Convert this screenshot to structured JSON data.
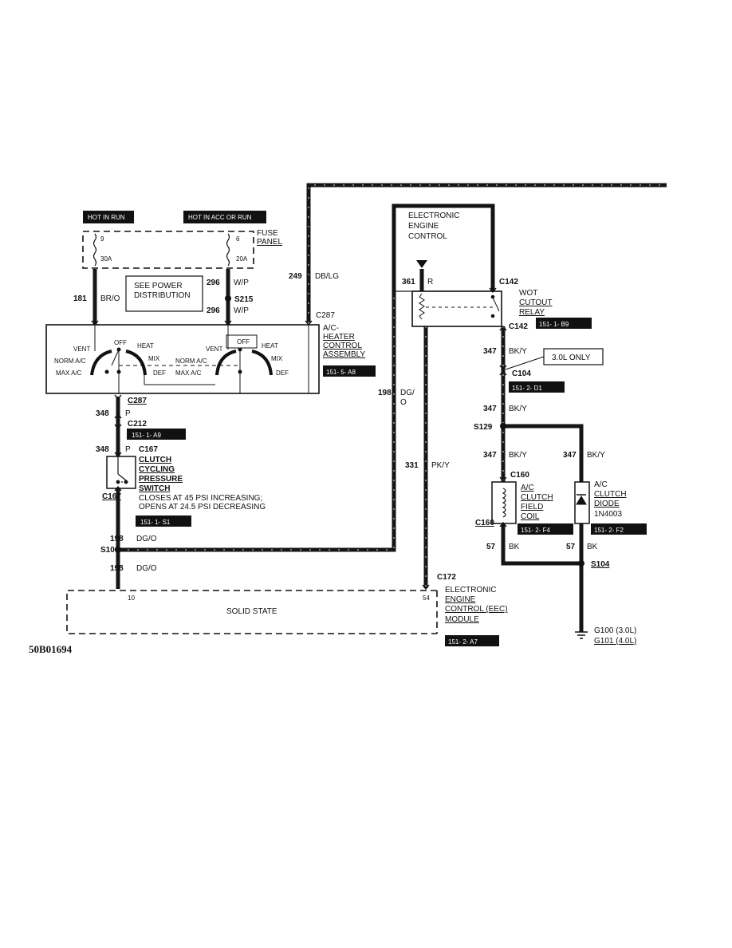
{
  "top_labels": {
    "hot_in_run": "HOT IN RUN",
    "hot_in_acc_or_run": "HOT IN ACC OR RUN"
  },
  "fuse_panel": {
    "title_1": "FUSE",
    "title_2": "PANEL",
    "fuse_a_num": "9",
    "fuse_a_amp": "30A",
    "fuse_b_num": "6",
    "fuse_b_amp": "20A"
  },
  "see_power": {
    "line1": "SEE POWER",
    "line2": "DISTRIBUTION"
  },
  "wires": {
    "w181": "181",
    "w181_color": "BR/O",
    "w296a": "296",
    "w296a_color": "W/P",
    "w296b": "296",
    "w296b_color": "W/P",
    "w249": "249",
    "w249_color": "DB/LG",
    "w348a": "348",
    "w348a_color": "P",
    "w348b": "348",
    "w348b_color": "P",
    "w198a": "198",
    "w198a_color": "DG/O",
    "w198b": "198",
    "w198b_color": "DG/O",
    "w198c": "198",
    "w198c_color_1": "DG/",
    "w198c_color_2": "O",
    "w331": "331",
    "w331_color": "PK/Y",
    "w361": "361",
    "w361_color": "R",
    "w347a": "347",
    "w347a_color": "BK/Y",
    "w347b": "347",
    "w347b_color": "BK/Y",
    "w347c": "347",
    "w347c_color": "BK/Y",
    "w347d": "347",
    "w347d_color": "BK/Y",
    "w57a": "57",
    "w57a_color": "BK",
    "w57b": "57",
    "w57b_color": "BK"
  },
  "connectors": {
    "s215": "S215",
    "c287a": "C287",
    "c287b": "C287",
    "c212": "C212",
    "c167a": "C167",
    "c167b": "C167",
    "s106": "S106",
    "c172": "C172",
    "c142a": "C142",
    "c142b": "C142",
    "c104": "C104",
    "s129": "S129",
    "c160a": "C160",
    "c160b": "C160",
    "s104": "S104"
  },
  "ac_heater": {
    "line1": "A/C-",
    "line2": "HEATER",
    "line3": "CONTROL",
    "line4": "ASSEMBLY",
    "ref": "151- 5- A8",
    "left_vent": "VENT",
    "left_off": "OFF",
    "left_heat": "HEAT",
    "left_norm": "NORM A/C",
    "left_mix": "MIX",
    "left_max": "MAX A/C",
    "left_def": "DEF",
    "right_vent": "VENT",
    "right_off": "OFF",
    "right_heat": "HEAT",
    "right_norm": "NORM A/C",
    "right_mix": "MIX",
    "right_max": "MAX A/C",
    "right_def": "DEF"
  },
  "c212_ref": "151- 1- A9",
  "clutch_switch": {
    "line1": "CLUTCH",
    "line2": "CYCLING",
    "line3": "PRESSURE",
    "line4": "SWITCH",
    "note1": "CLOSES AT 45 PSI INCREASING;",
    "note2": "OPENS AT 24.5 PSI DECREASING",
    "ref": "151- 1- S1"
  },
  "eec_box": {
    "line1": "ELECTRONIC",
    "line2": "ENGINE",
    "line3": "CONTROL"
  },
  "wot_relay": {
    "line1": "WOT",
    "line2": "CUTOUT",
    "line3": "RELAY",
    "ref": "151- 1- B9"
  },
  "only_callout": "3.0L ONLY",
  "c104_ref": "151- 2- D1",
  "clutch_coil": {
    "line1": "A/C",
    "line2": "CLUTCH",
    "line3": "FIELD",
    "line4": "COIL",
    "ref": "151- 2- F4"
  },
  "clutch_diode": {
    "line1": "A/C",
    "line2": "CLUTCH",
    "line3": "DIODE",
    "part": "1N4003",
    "ref": "151- 2- F2"
  },
  "module": {
    "pin_left": "10",
    "pin_right": "54",
    "center": "SOLID STATE",
    "line1": "ELECTRONIC",
    "line2": "ENGINE",
    "line3": "CONTROL (EEC)",
    "line4": "MODULE",
    "ref": "151- 2- A7"
  },
  "ground": {
    "g100": "G100 (3.0L)",
    "g101": "G101 (4.0L)"
  },
  "footer_code": "50B01694"
}
